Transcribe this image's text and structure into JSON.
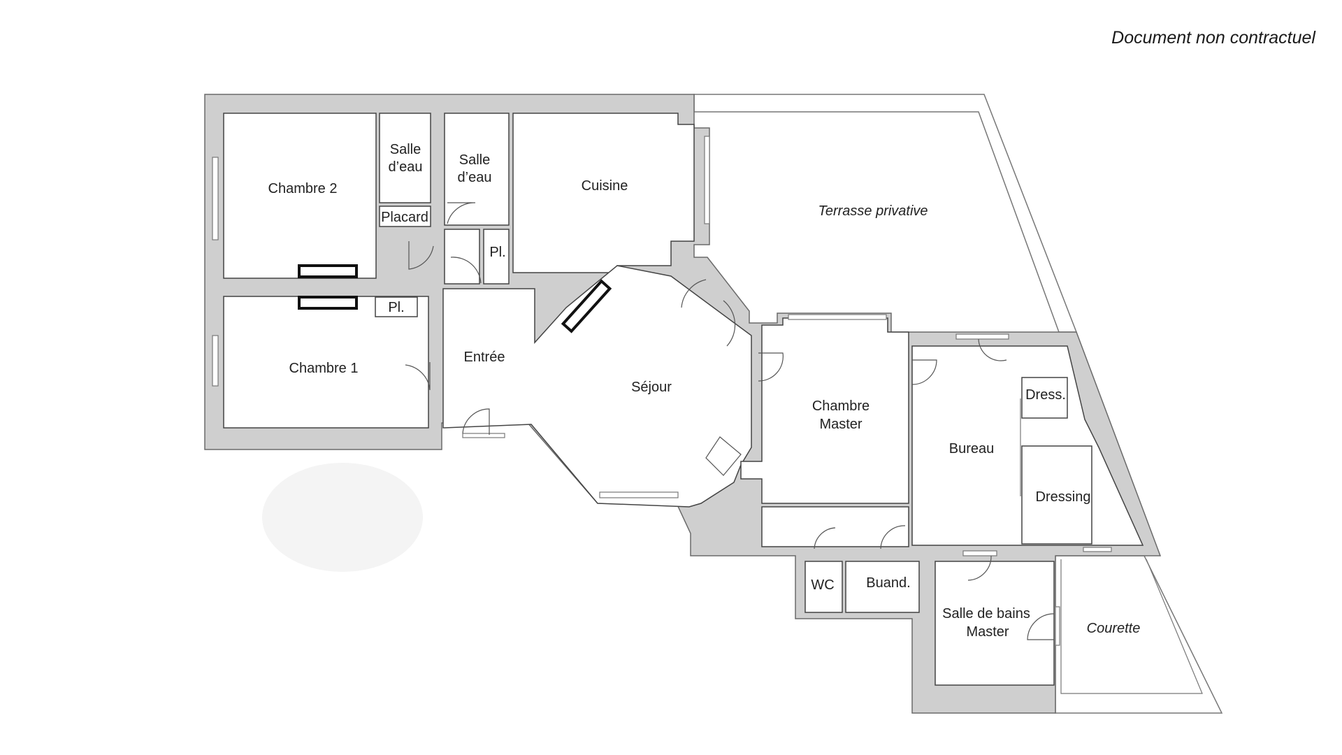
{
  "disclaimer": "Document non contractuel",
  "rooms": {
    "chambre2": "Chambre 2",
    "salle_eau_1_line1": "Salle",
    "salle_eau_1_line2": "d’eau",
    "placard": "Placard",
    "salle_eau_2_line1": "Salle",
    "salle_eau_2_line2": "d’eau",
    "pl_top": "Pl.",
    "pl_left": "Pl.",
    "cuisine": "Cuisine",
    "terrasse": "Terrasse privative",
    "chambre1": "Chambre 1",
    "entree": "Entrée",
    "sejour": "Séjour",
    "chambre_master_line1": "Chambre",
    "chambre_master_line2": "Master",
    "bureau": "Bureau",
    "dress": "Dress.",
    "dressing": "Dressing",
    "wc": "WC",
    "buanderie": "Buand.",
    "sdb_master_line1": "Salle de bains",
    "sdb_master_line2": "Master",
    "courette": "Courette"
  },
  "colors": {
    "wall": "#cfcfcf",
    "background": "#ffffff",
    "line": "#444444"
  }
}
